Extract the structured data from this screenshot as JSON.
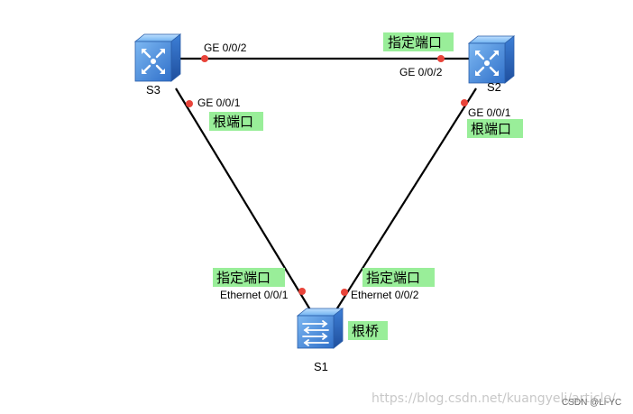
{
  "devices": {
    "s3": {
      "label": "S3",
      "icon": "core-switch-icon"
    },
    "s2": {
      "label": "S2",
      "icon": "core-switch-icon"
    },
    "s1": {
      "label": "S1",
      "icon": "access-switch-icon"
    }
  },
  "ports": {
    "s3_top": "GE 0/0/2",
    "s3_down": "GE 0/0/1",
    "s2_top": "GE 0/0/2",
    "s2_down": "GE 0/0/1",
    "s1_left": "Ethernet 0/0/1",
    "s1_right": "Ethernet 0/0/2"
  },
  "roles": {
    "s2_top": "指定端口",
    "s3_down": "根端口",
    "s2_down": "根端口",
    "s1_left": "指定端口",
    "s1_right": "指定端口",
    "s1_bridge": "根桥"
  },
  "watermark": {
    "url": "https://blog.csdn.net/kuangyeli/article/",
    "badge": "CSDN @Li-YC"
  },
  "colors": {
    "tag_bg": "#99ee99",
    "port_dot": "#e8443a",
    "link": "#000000",
    "switch_blue": "#3a7fd5"
  }
}
